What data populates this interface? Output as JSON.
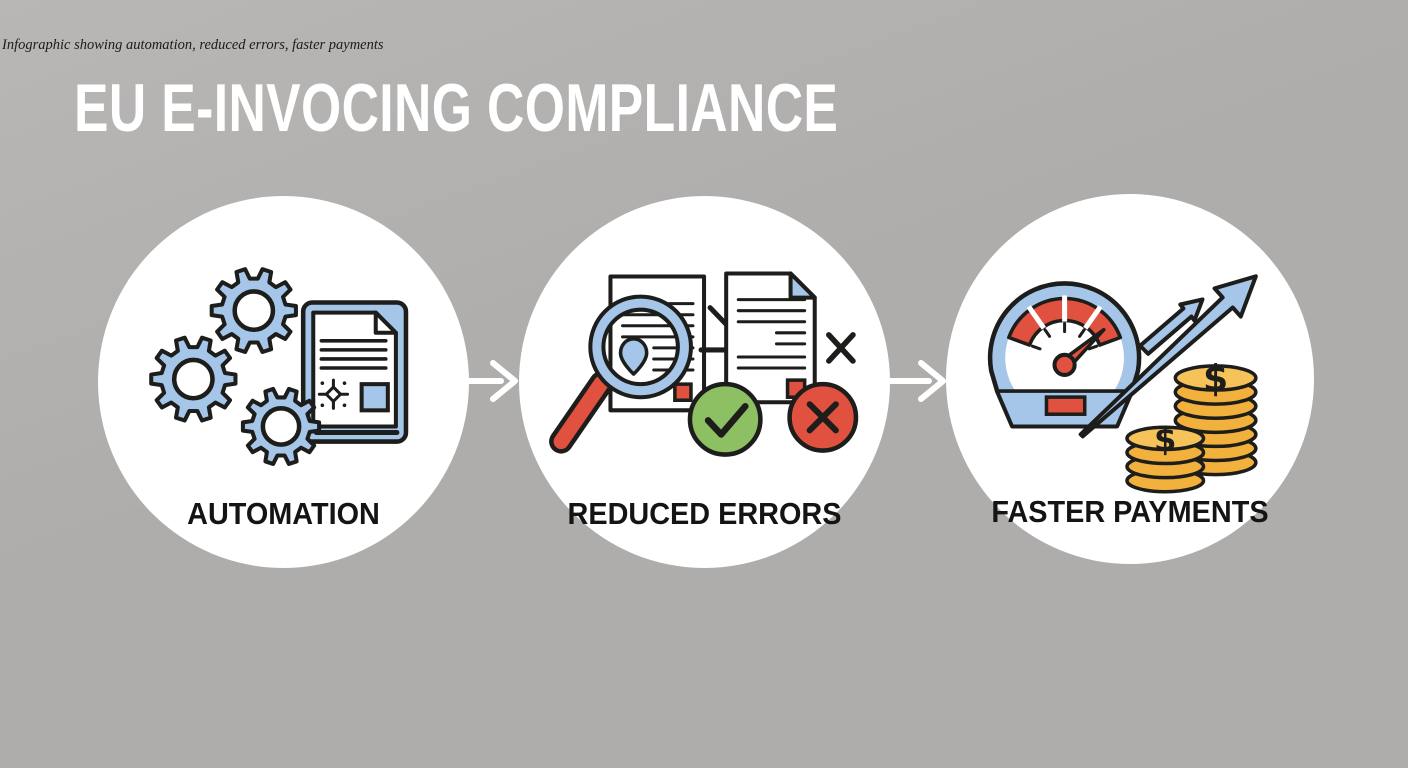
{
  "caption": "Infographic showing automation, reduced errors, faster payments",
  "title": "EU E-INVOCING COMPLIANCE",
  "steps": [
    {
      "label": "AUTOMATION",
      "icon": "gears-and-invoice-document"
    },
    {
      "label": "REDUCED ERRORS",
      "icon": "magnifier-documents-check-and-cross"
    },
    {
      "label": "FASTER PAYMENTS",
      "icon": "speedometer-growth-arrow-and-coins"
    }
  ],
  "flow_arrow": {
    "icon": "right-arrow",
    "direction": "right"
  },
  "coin_symbol": "$",
  "colors": {
    "background": "#afadab",
    "background_light": "#b9b7b5",
    "circle": "#ffffff",
    "blue": "#a5c6e8",
    "red": "#e0523f",
    "green": "#8cc063",
    "gold": "#f2b13d",
    "gold_light": "#f6c35a",
    "outline": "#1d1d1b",
    "title_text": "#ffffff",
    "label_text": "#141414"
  }
}
